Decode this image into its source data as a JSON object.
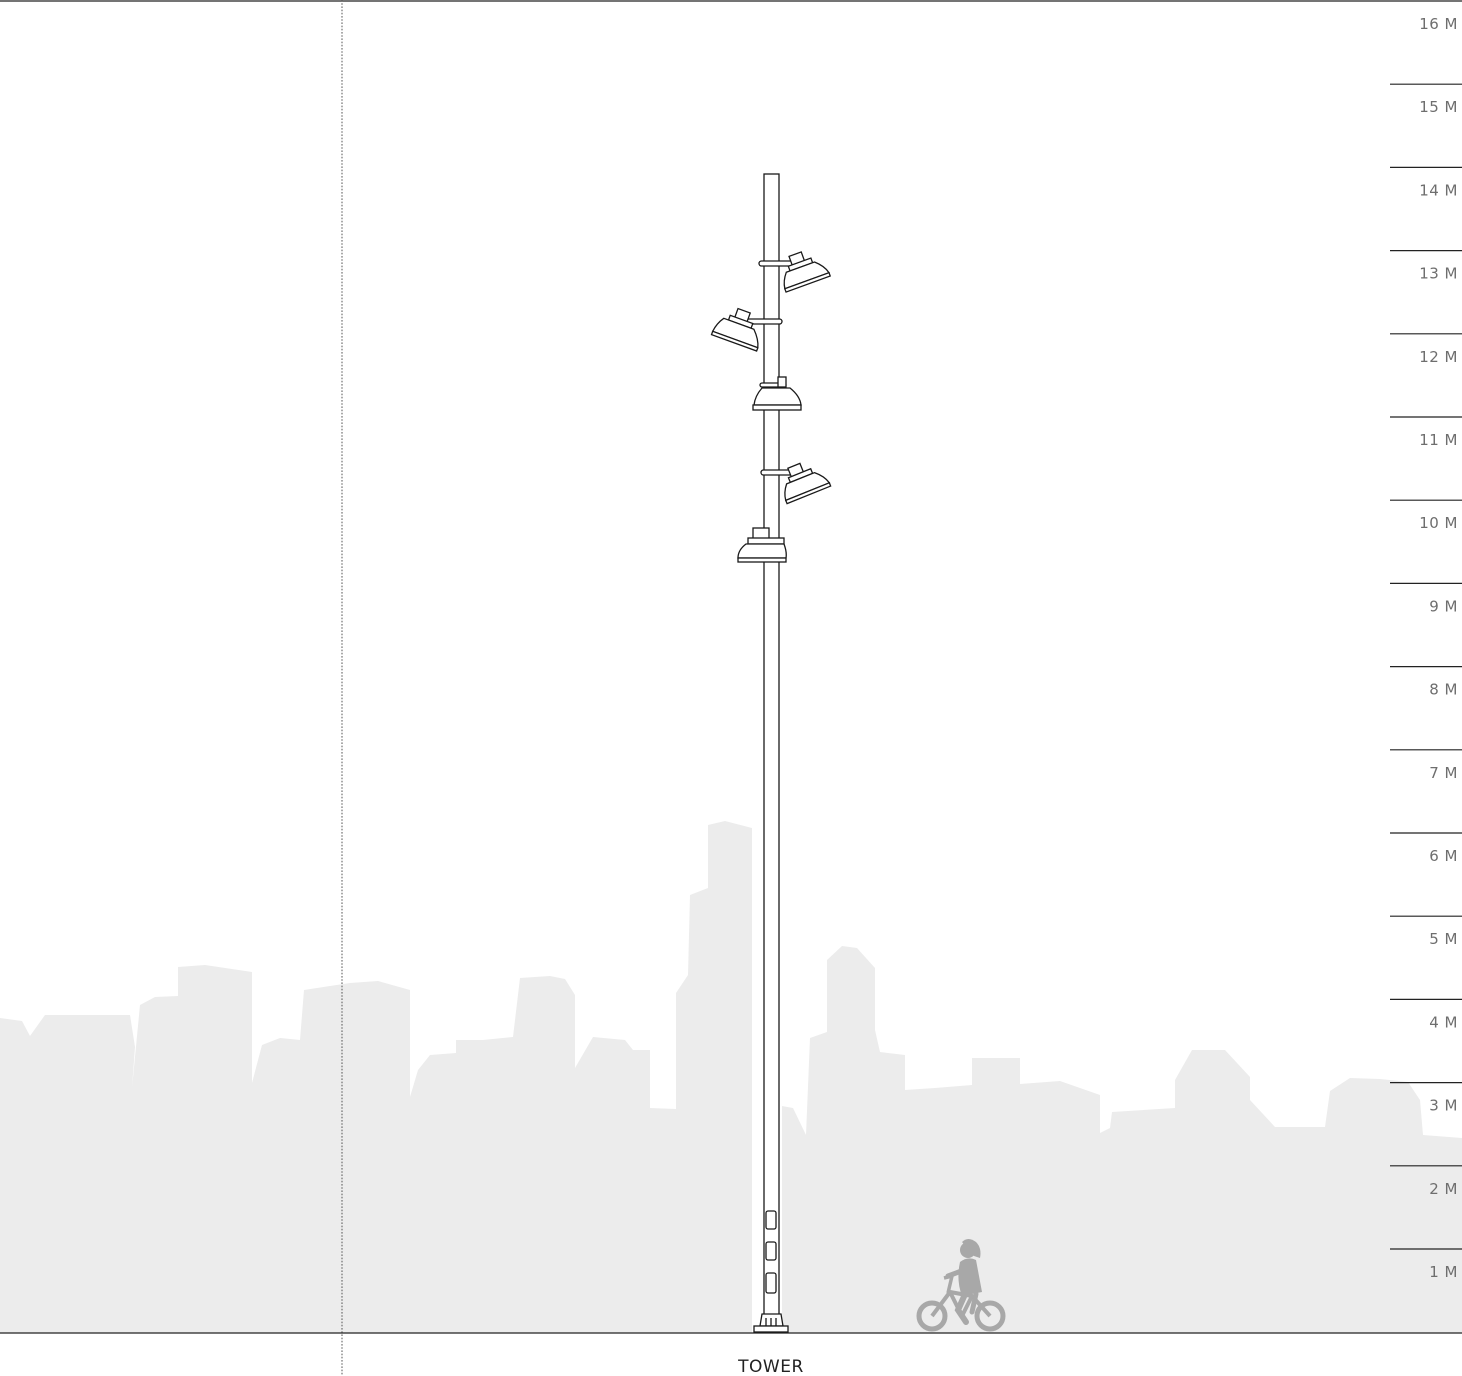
{
  "scale": {
    "unit_labels": [
      "16 M",
      "15 M",
      "14 M",
      "13 M",
      "12 M",
      "11 M",
      "10 M",
      "9 M",
      "8 M",
      "7 M",
      "6 M",
      "5 M",
      "4 M",
      "3 M",
      "2 M",
      "1 M"
    ]
  },
  "caption": "TOWER",
  "colors": {
    "skyline": "#ececec",
    "line": "#1a1a1a",
    "scale_text": "#6e6e6e",
    "cyclist": "#a8a8a8"
  },
  "icons": {
    "luminaire": "floodlight-icon",
    "cyclist": "child-on-bicycle-icon"
  }
}
